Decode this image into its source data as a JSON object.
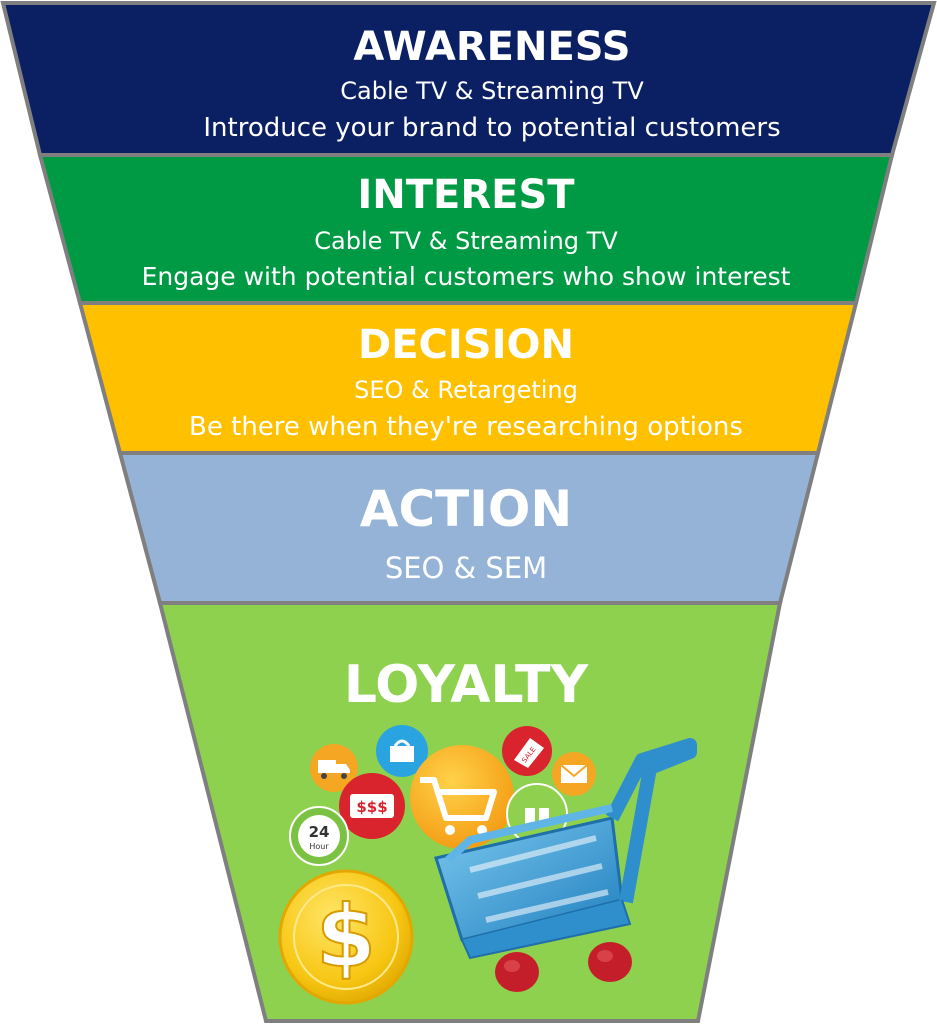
{
  "funnel": {
    "stages": [
      {
        "title": "AWARENESS",
        "line1": "Cable TV & Streaming TV",
        "line2": "Introduce your brand to potential customers",
        "color": "#0b1f63"
      },
      {
        "title": "INTEREST",
        "line1": "Cable TV & Streaming TV",
        "line2": "Engage with potential customers who show interest",
        "color": "#009a44"
      },
      {
        "title": "DECISION",
        "line1": "SEO & Retargeting",
        "line2": "Be there when they're researching options",
        "color": "#ffc000"
      },
      {
        "title": "ACTION",
        "line1": "SEO & SEM",
        "color": "#95b3d7"
      },
      {
        "title": "LOYALTY",
        "color": "#8ed14f"
      }
    ],
    "illustration": {
      "icons": [
        "truck-icon",
        "shopping-bag-icon",
        "sale-tag-icon",
        "envelope-icon",
        "cash-icon",
        "shopping-cart-icon",
        "gift-icon",
        "24-hour-icon",
        "dollar-coin-icon"
      ],
      "coin_symbol": "$",
      "cash_label": "$$$",
      "hour_number": "24",
      "hour_word": "Hour",
      "tag_label": "SALE",
      "cart_color": "#3aa0d8",
      "wheel_color": "#c41e2a",
      "coin_color": "#f7c613"
    }
  }
}
